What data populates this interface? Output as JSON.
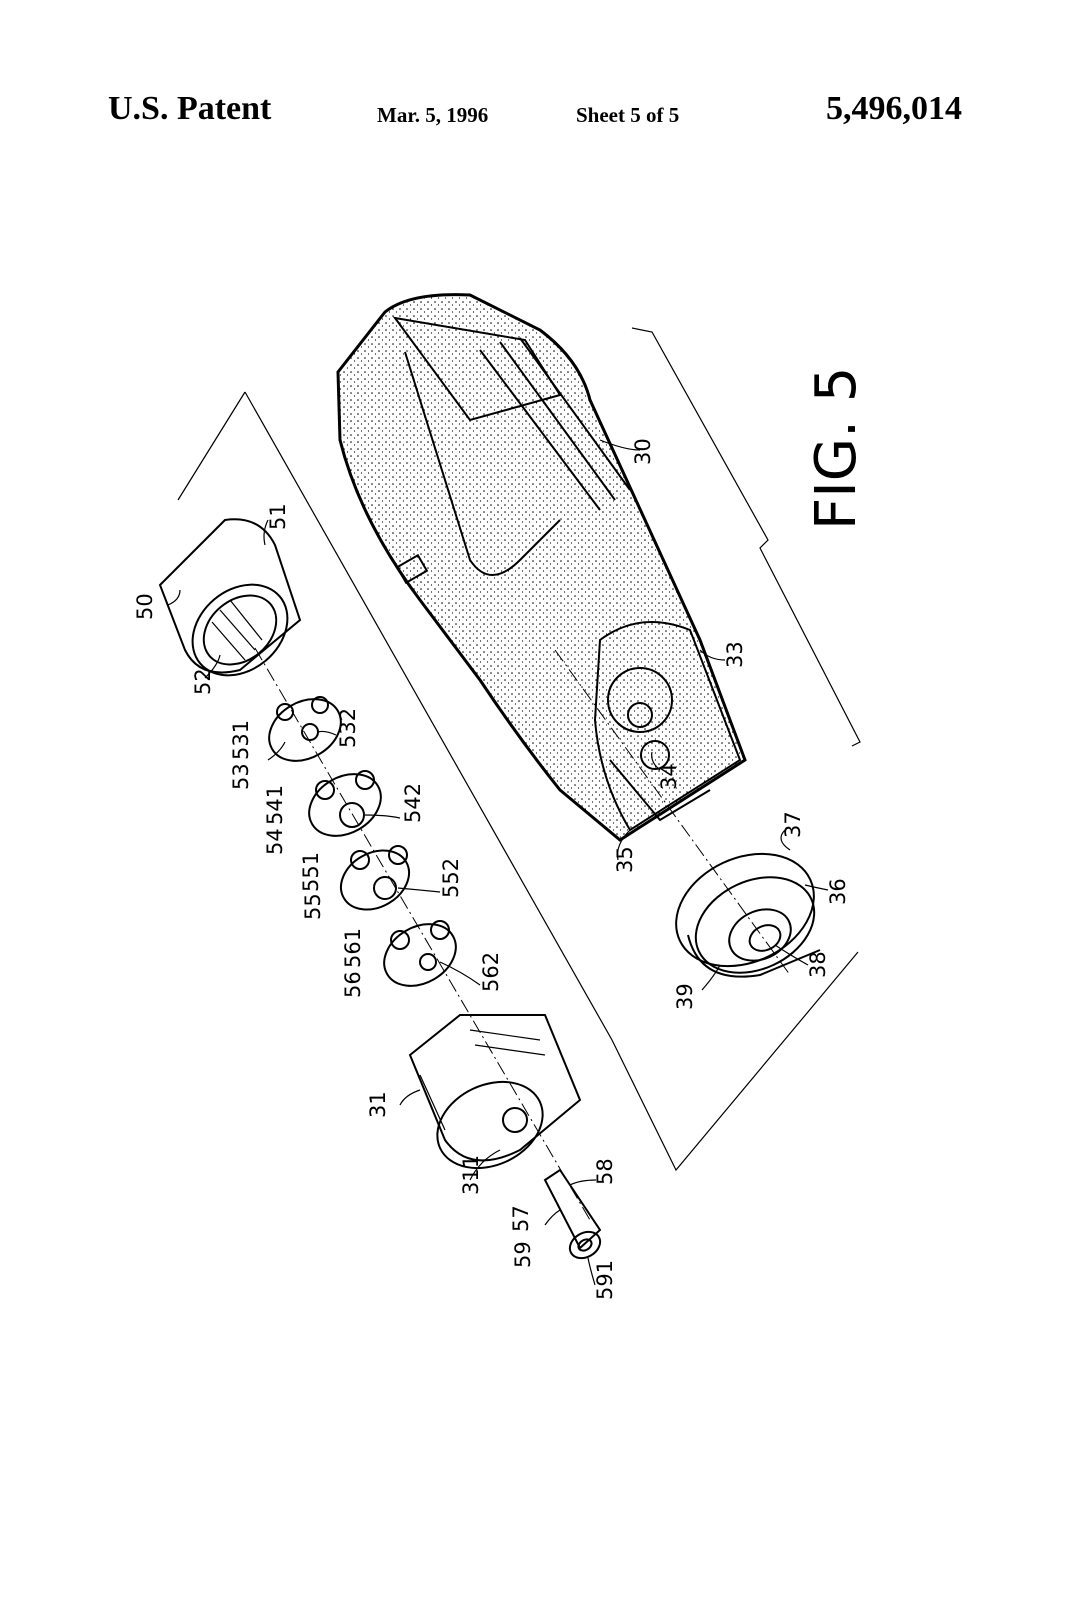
{
  "header": {
    "title": "U.S. Patent",
    "date": "Mar. 5, 1996",
    "sheet": "Sheet 5 of 5",
    "patent_number": "5,496,014"
  },
  "figure": {
    "label": "FIG. 5",
    "reference_numerals": {
      "r30": "30",
      "r31": "31",
      "r311": "311",
      "r33": "33",
      "r34": "34",
      "r35": "35",
      "r36": "36",
      "r37": "37",
      "r38": "38",
      "r39": "39",
      "r50": "50",
      "r51": "51",
      "r52": "52",
      "r53": "53",
      "r531": "531",
      "r532": "532",
      "r54": "54",
      "r541": "541",
      "r542": "542",
      "r55": "55",
      "r551": "551",
      "r552": "552",
      "r56": "56",
      "r561": "561",
      "r562": "562",
      "r57": "57",
      "r58": "58",
      "r59": "59",
      "r591": "591"
    }
  },
  "colors": {
    "ink": "#000000",
    "paper": "#ffffff"
  }
}
